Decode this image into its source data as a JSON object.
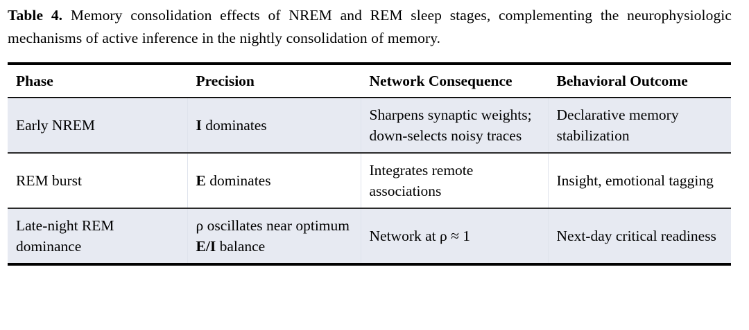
{
  "caption": {
    "label": "Table 4.",
    "text": " Memory consolidation effects of NREM and REM sleep stages, complementing the neurophysiologic mechanisms of active inference in the nightly consolidation of memory."
  },
  "colors": {
    "row_shade": "#E7EAF2",
    "row_plain": "#FFFFFF",
    "rule": "#010101",
    "text": "#000000"
  },
  "table": {
    "headers": [
      "Phase",
      "Precision",
      "Network Consequence",
      "Behavioral Outcome"
    ],
    "rows": [
      {
        "shaded": true,
        "phase": "Early NREM",
        "precision_bold": "I",
        "precision_rest": " dominates",
        "network": "Sharpens synaptic weights; down-selects noisy traces",
        "behavioral": "Declarative memory stabilization"
      },
      {
        "shaded": false,
        "phase": "REM burst",
        "precision_bold": "E",
        "precision_rest": " dominates",
        "network": "Integrates remote associations",
        "behavioral": "Insight, emotional tagging"
      },
      {
        "shaded": true,
        "phase": "Late-night REM dominance",
        "precision_pre": "ρ oscillates near optimum ",
        "precision_bold": "E/I",
        "precision_post": " balance",
        "network": "Network at ρ ≈ 1",
        "behavioral": "Next-day critical readiness"
      }
    ]
  }
}
